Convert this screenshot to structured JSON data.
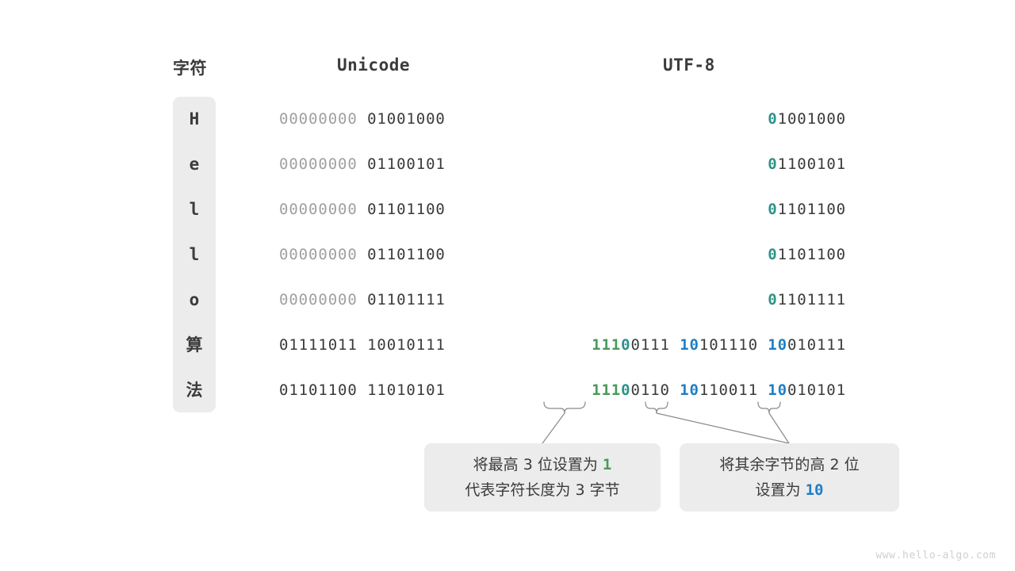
{
  "headers": {
    "char": "字符",
    "unicode": "Unicode",
    "utf8": "UTF-8"
  },
  "rows": [
    {
      "char": "H",
      "unicode_high": "00000000",
      "unicode_low": "01001000",
      "utf8_bytes": [
        {
          "marker": "0",
          "marker_color": "teal",
          "rest": "1001000"
        }
      ]
    },
    {
      "char": "e",
      "unicode_high": "00000000",
      "unicode_low": "01100101",
      "utf8_bytes": [
        {
          "marker": "0",
          "marker_color": "teal",
          "rest": "1100101"
        }
      ]
    },
    {
      "char": "l",
      "unicode_high": "00000000",
      "unicode_low": "01101100",
      "utf8_bytes": [
        {
          "marker": "0",
          "marker_color": "teal",
          "rest": "1101100"
        }
      ]
    },
    {
      "char": "l",
      "unicode_high": "00000000",
      "unicode_low": "01101100",
      "utf8_bytes": [
        {
          "marker": "0",
          "marker_color": "teal",
          "rest": "1101100"
        }
      ]
    },
    {
      "char": "o",
      "unicode_high": "00000000",
      "unicode_low": "01101111",
      "utf8_bytes": [
        {
          "marker": "0",
          "marker_color": "teal",
          "rest": "1101111"
        }
      ]
    },
    {
      "char": "算",
      "unicode_high": "01111011",
      "unicode_low": "10010111",
      "utf8_bytes": [
        {
          "marker": "111",
          "marker2": "0",
          "marker_color": "green",
          "rest": "0111"
        },
        {
          "marker": "10",
          "marker_color": "blue",
          "rest": "101110"
        },
        {
          "marker": "10",
          "marker_color": "blue",
          "rest": "010111"
        }
      ]
    },
    {
      "char": "法",
      "unicode_high": "01101100",
      "unicode_low": "11010101",
      "utf8_bytes": [
        {
          "marker": "111",
          "marker2": "0",
          "marker_color": "green",
          "rest": "0110"
        },
        {
          "marker": "10",
          "marker_color": "blue",
          "rest": "110011"
        },
        {
          "marker": "10",
          "marker_color": "blue",
          "rest": "010101"
        }
      ]
    }
  ],
  "callouts": {
    "left": {
      "line1_pre": "将最高 3 位设置为 ",
      "line1_kw": "1",
      "line2": "代表字符长度为 3 字节"
    },
    "right": {
      "line1": "将其余字节的高 2 位",
      "line2_pre": "设置为 ",
      "line2_kw": "10"
    }
  },
  "watermark": "www.hello-algo.com",
  "colors": {
    "green": "#4a9a5a",
    "teal": "#2d9287",
    "blue": "#1f7ec4",
    "dark": "#3b3b3b",
    "dim": "#a0a0a0",
    "panel": "#ececec"
  }
}
